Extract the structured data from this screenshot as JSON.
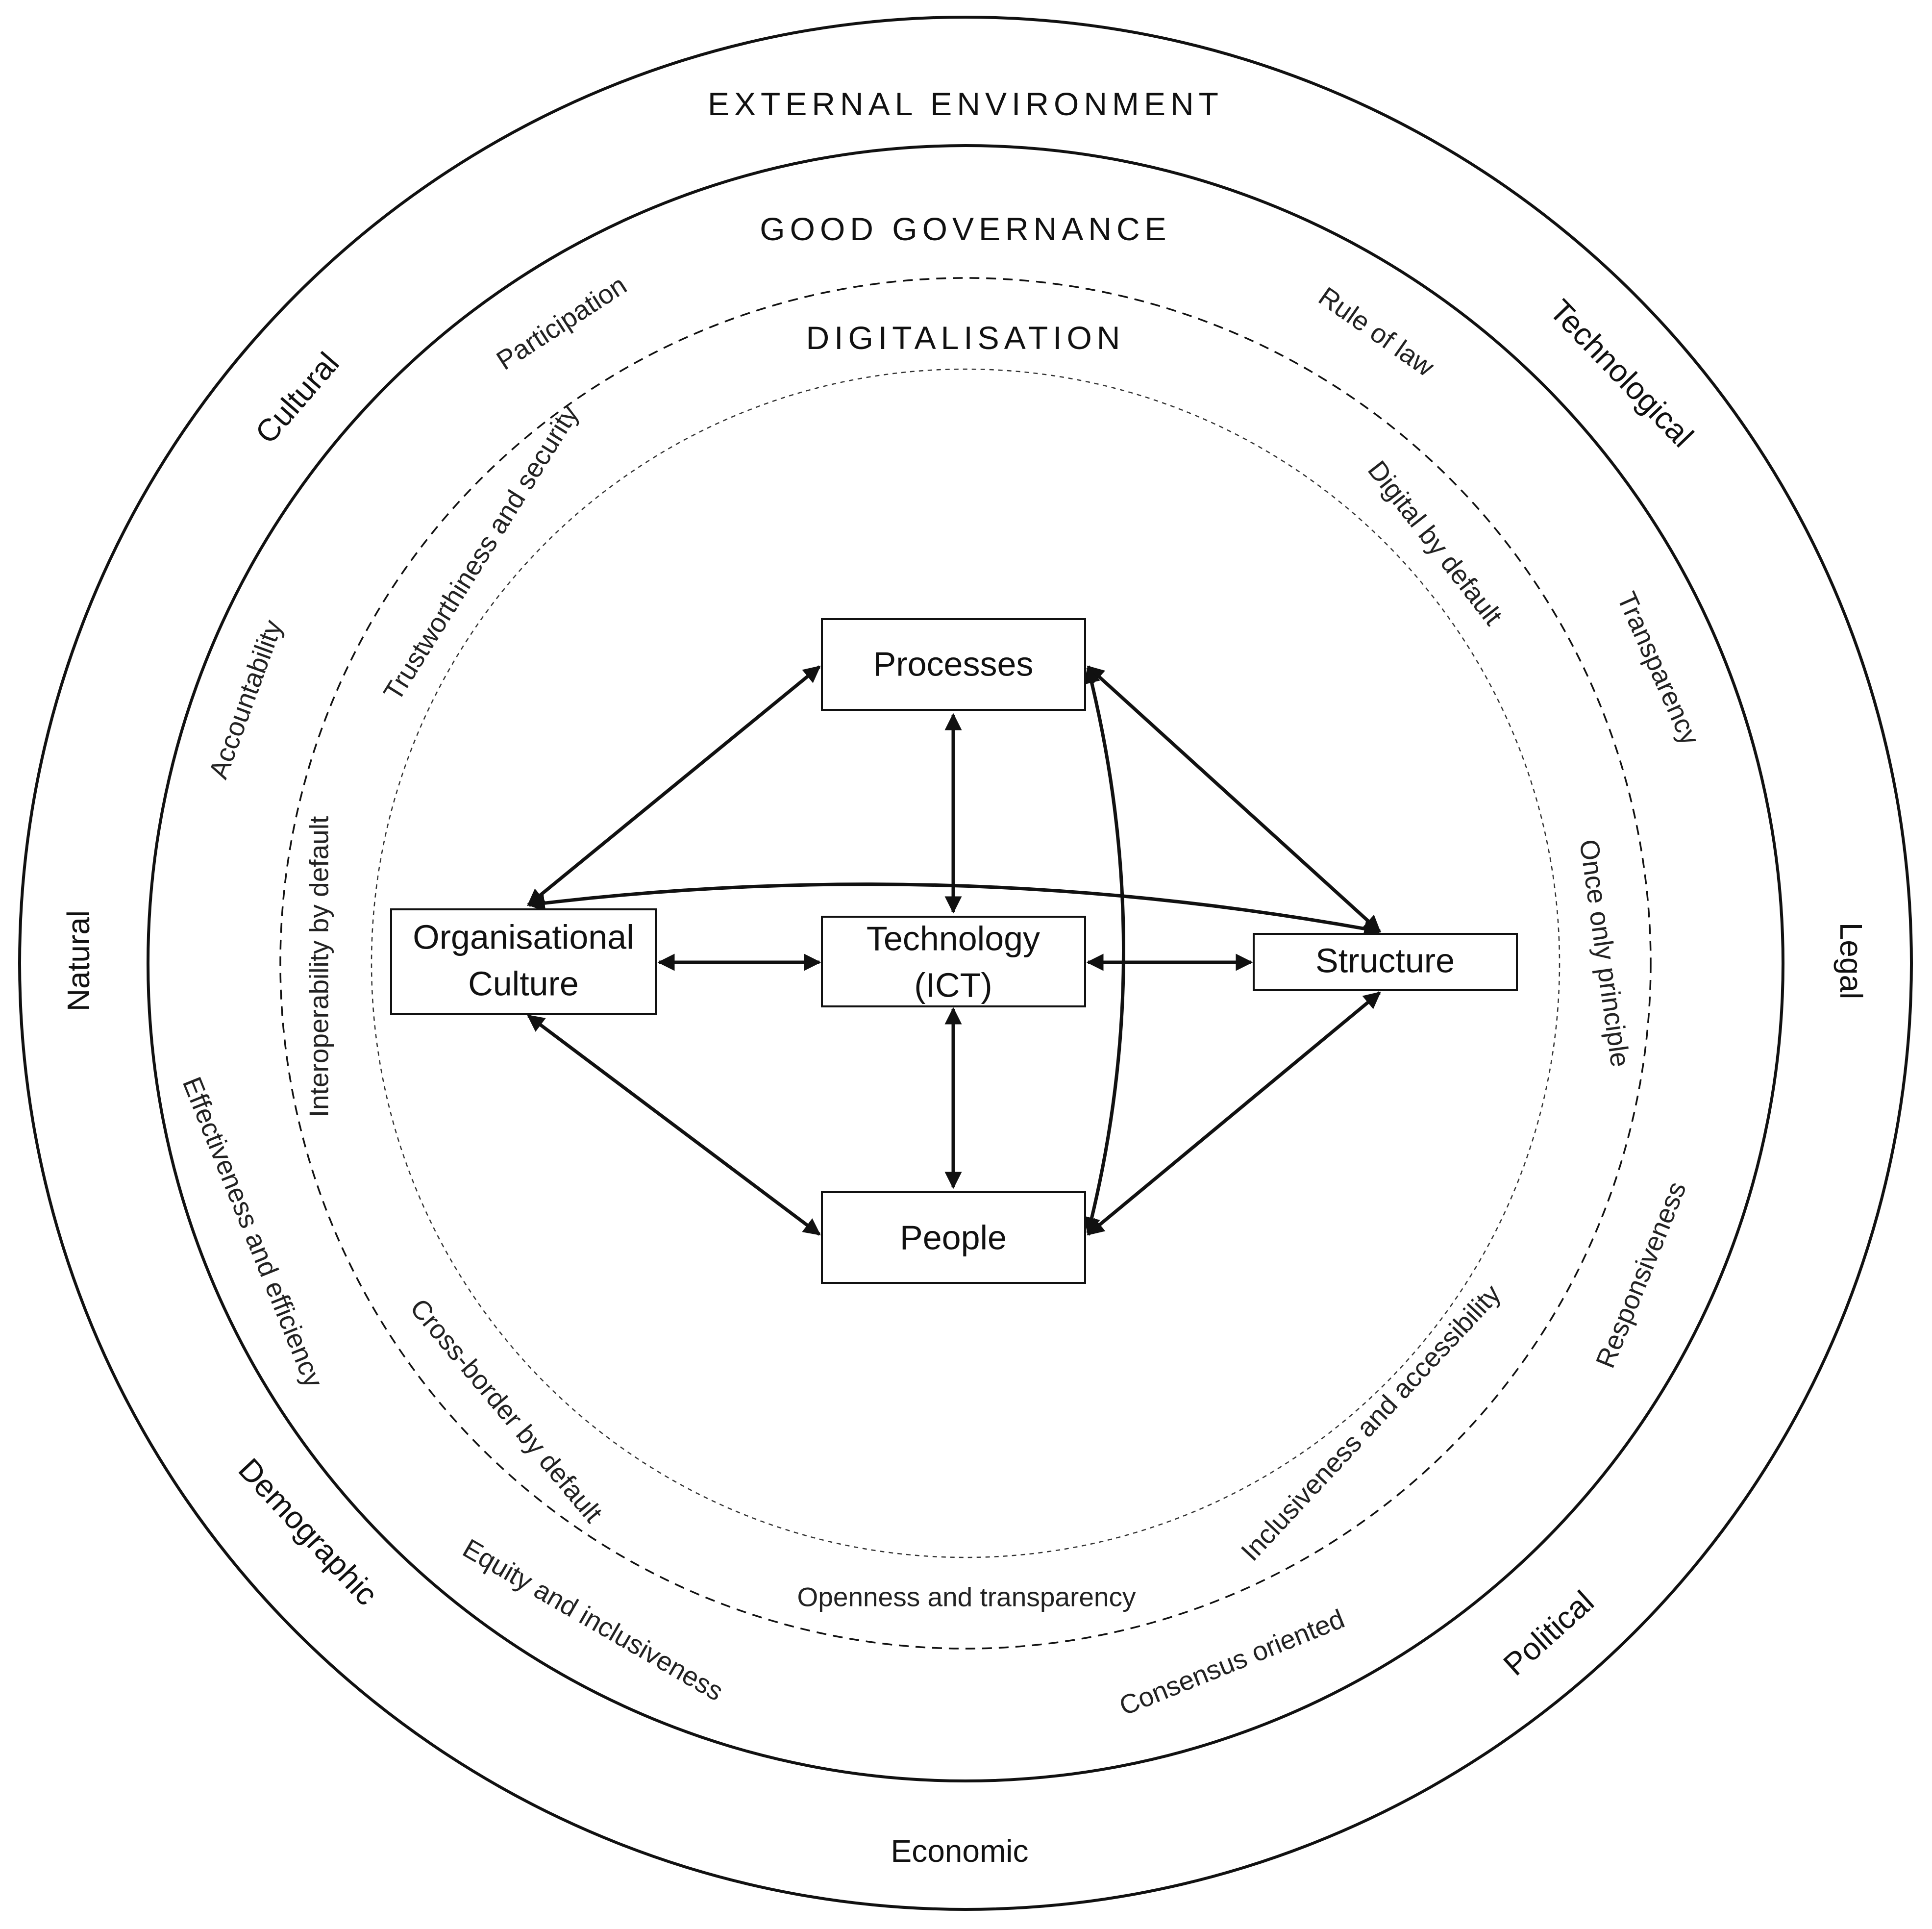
{
  "rings": {
    "external_environment": "EXTERNAL ENVIRONMENT",
    "good_governance": "GOOD GOVERNANCE",
    "digitalisation": "DIGITALISATION"
  },
  "environment_factors": {
    "technological": "Technological",
    "legal": "Legal",
    "political": "Political",
    "economic": "Economic",
    "demographic": "Demographic",
    "natural": "Natural",
    "cultural": "Cultural"
  },
  "good_governance_principles": {
    "participation": "Participation",
    "rule_of_law": "Rule of law",
    "transparency": "Transparency",
    "responsiveness": "Responsiveness",
    "consensus_oriented": "Consensus oriented",
    "equity_and_inclusiveness": "Equity and inclusiveness",
    "effectiveness_and_efficiency": "Effectiveness and efficiency",
    "accountability": "Accountability"
  },
  "digitalisation_principles": {
    "trustworthiness_and_security": "Trustworthiness and security",
    "digital_by_default": "Digital by default",
    "once_only_principle": "Once only principle",
    "inclusiveness_and_accessibility": "Inclusiveness and accessibility",
    "openness_and_transparency": "Openness and transparency",
    "cross_border_by_default": "Cross-border by default",
    "interoperability_by_default": "Interoperability by default"
  },
  "core_elements": {
    "processes": "Processes",
    "organisational_culture_line1": "Organisational",
    "organisational_culture_line2": "Culture",
    "technology_line1": "Technology",
    "technology_line2": "(ICT)",
    "structure": "Structure",
    "people": "People"
  }
}
